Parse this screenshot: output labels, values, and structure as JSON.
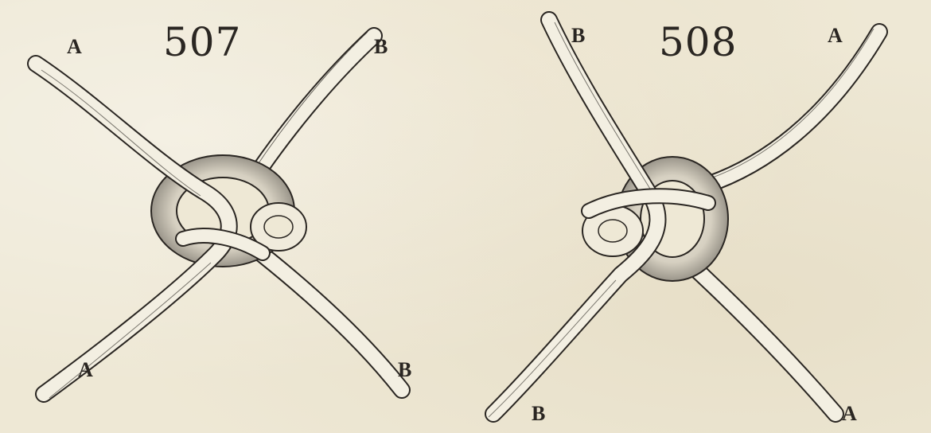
{
  "plate": {
    "paper_color": "#eee8d5",
    "ink_color": "#2a2622",
    "rope_fill": "#f3efe2"
  },
  "figures": [
    {
      "number": "507",
      "labels": {
        "top_left": "A",
        "top_right": "B",
        "bottom_left": "A",
        "bottom_right": "B"
      }
    },
    {
      "number": "508",
      "labels": {
        "top_left": "B",
        "top_right": "A",
        "bottom_left": "B",
        "bottom_right": "A"
      }
    }
  ]
}
